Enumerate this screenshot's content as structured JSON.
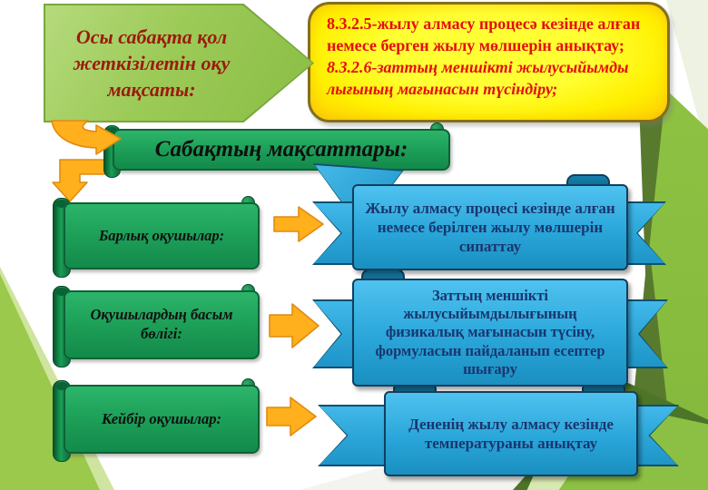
{
  "slide": {
    "title_callout": "Осы сабақта қол жеткізілетін оқу мақсаты:",
    "objectives_note": {
      "objective_1": "8.3.2.5-жылу алмасу процесә кезінде алған немесе берген жылу мөлшерін анықтау;",
      "objective_2": "8.3.2.6-заттың меншікті жылусыйымды лығының мағынасын түсіндіру;"
    },
    "section_banner": "Сабақтың мақсаттары:",
    "groups": [
      {
        "audience": "Барлық  оқушылар:",
        "goal": "Жылу алмасу процесі кезінде алған немесе берілген жылу мөлшерін сипаттау"
      },
      {
        "audience": "Оқушылардың басым бөлігі:",
        "goal": "Заттың меншікті жылусыйымдылығының физикалық мағынасын түсіну, формуласын пайдаланып есептер шығару"
      },
      {
        "audience": "Кейбір оқушылар:",
        "goal": "Дененің жылу алмасу кезінде температураны анықтау"
      }
    ],
    "colors": {
      "callout_green": "#9cca57",
      "note_yellow": "#fff000",
      "note_text_red": "#e50f0f",
      "scroll_green": "#1d9f58",
      "ribbon_blue": "#2aa6da",
      "ribbon_text_navy": "#19366e",
      "arrow_orange": "#ffb01c",
      "bg_accent_green": "#8dc243"
    }
  }
}
